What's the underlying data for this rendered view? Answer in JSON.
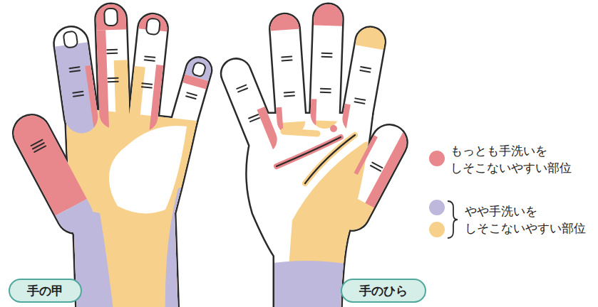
{
  "diagram": {
    "nodes": [
      {
        "text": [
          "手の甲"
        ]
      },
      {
        "text": [
          "手のひら"
        ]
      }
    ],
    "legend": [
      {
        "text": "もっとも手洗いを しそこないやすい部位",
        "color": "#e9888c"
      },
      {
        "text": "やや手洗いを しそこないやすい部位",
        "color": "#bdb8dc"
      }
    ]
  }
}
